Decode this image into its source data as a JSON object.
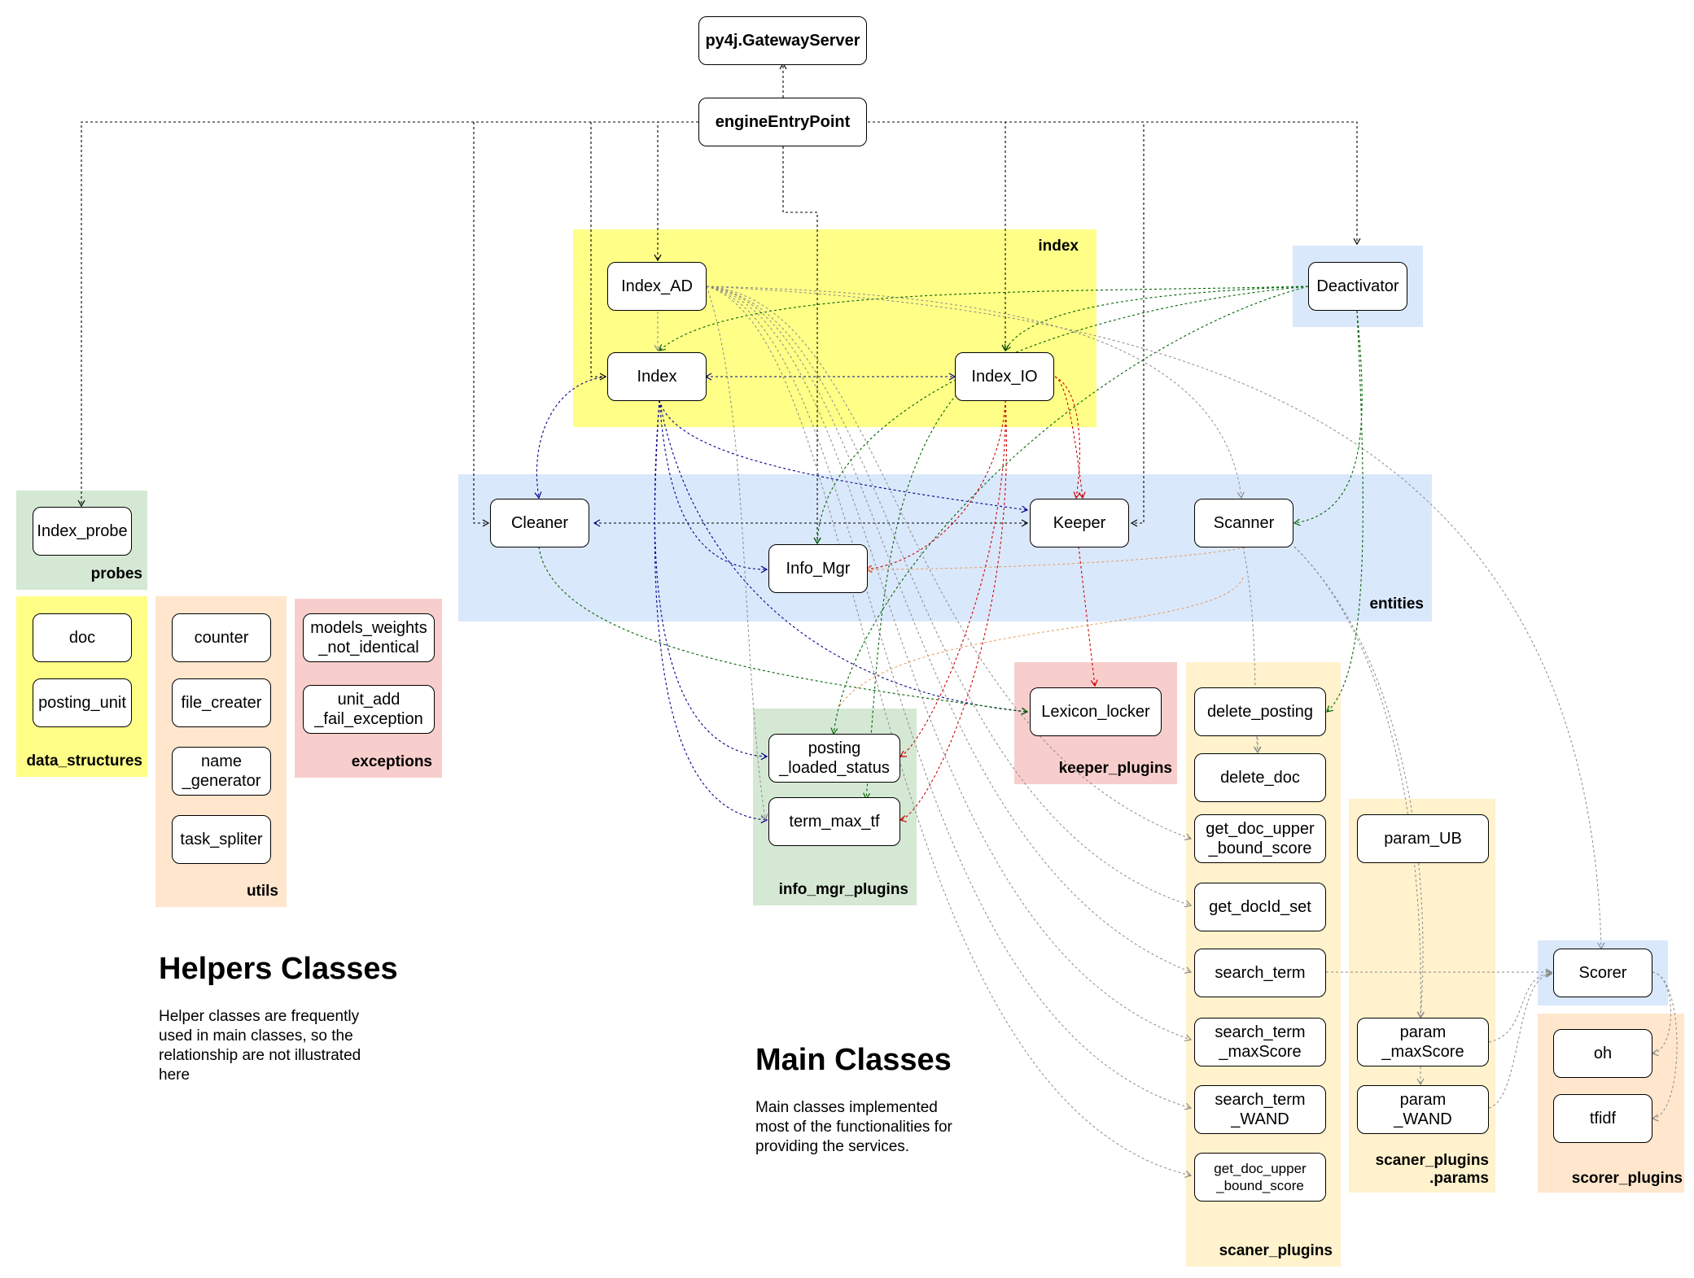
{
  "groups": {
    "index": {
      "label": "index",
      "color": "#ffff88"
    },
    "deactivator": {
      "label": "",
      "color": "#dae8fc"
    },
    "entities": {
      "label": "entities",
      "color": "#dae8fc"
    },
    "probes": {
      "label": "probes",
      "color": "#d5e8d4"
    },
    "data_structures": {
      "label": "data_structures",
      "color": "#ffff88"
    },
    "utils": {
      "label": "utils",
      "color": "#ffe6cc"
    },
    "exceptions": {
      "label": "exceptions",
      "color": "#f8cecc"
    },
    "info_mgr_plugins": {
      "label": "info_mgr_plugins",
      "color": "#d5e8d4"
    },
    "keeper_plugins": {
      "label": "keeper_plugins",
      "color": "#f8cecc"
    },
    "scaner_plugins": {
      "label": "scaner_plugins",
      "color": "#fff2cc"
    },
    "scaner_plugins_params": {
      "label": "scaner_plugins\n.params",
      "color": "#fff2cc"
    },
    "scorer": {
      "label": "",
      "color": "#dae8fc"
    },
    "scorer_plugins": {
      "label": "scorer_plugins",
      "color": "#ffe6cc"
    }
  },
  "nodes": {
    "gateway": "py4j.GatewayServer",
    "entry": "engineEntryPoint",
    "index_ad": "Index_AD",
    "index": "Index",
    "index_io": "Index_IO",
    "deactivator": "Deactivator",
    "cleaner": "Cleaner",
    "info_mgr": "Info_Mgr",
    "keeper": "Keeper",
    "scanner": "Scanner",
    "index_probe": "Index_probe",
    "doc": "doc",
    "posting_unit": "posting_unit",
    "counter": "counter",
    "file_creater": "file_creater",
    "name_generator": "name\n_generator",
    "task_spliter": "task_spliter",
    "models_weights": "models_weights\n_not_identical",
    "unit_add": "unit_add\n_fail_exception",
    "posting_loaded": "posting\n_loaded_status",
    "term_max_tf": "term_max_tf",
    "lexicon_locker": "Lexicon_locker",
    "delete_posting": "delete_posting",
    "delete_doc": "delete_doc",
    "get_doc_upper": "get_doc_upper\n_bound_score",
    "get_docid_set": "get_docId_set",
    "search_term": "search_term",
    "search_term_max": "search_term\n_maxScore",
    "search_term_wand": "search_term\n_WAND",
    "get_doc_upper2": "get_doc_upper\n_bound_score",
    "param_ub": "param_UB",
    "param_max": "param\n_maxScore",
    "param_wand": "param\n_WAND",
    "scorer": "Scorer",
    "oh": "oh",
    "tfidf": "tfidf"
  },
  "text": {
    "helpers_title": "Helpers Classes",
    "helpers_desc": "Helper classes are frequently used in main classes, so the relationship are not illustrated here",
    "main_title": "Main Classes",
    "main_desc": "Main classes implemented most of the functionalities for providing the services."
  },
  "edge_colors": {
    "black": "#000000",
    "blue": "#00008b",
    "green": "#006400",
    "red": "#cc0000",
    "gray": "#8a8a8a",
    "orange": "#e59a5a"
  }
}
